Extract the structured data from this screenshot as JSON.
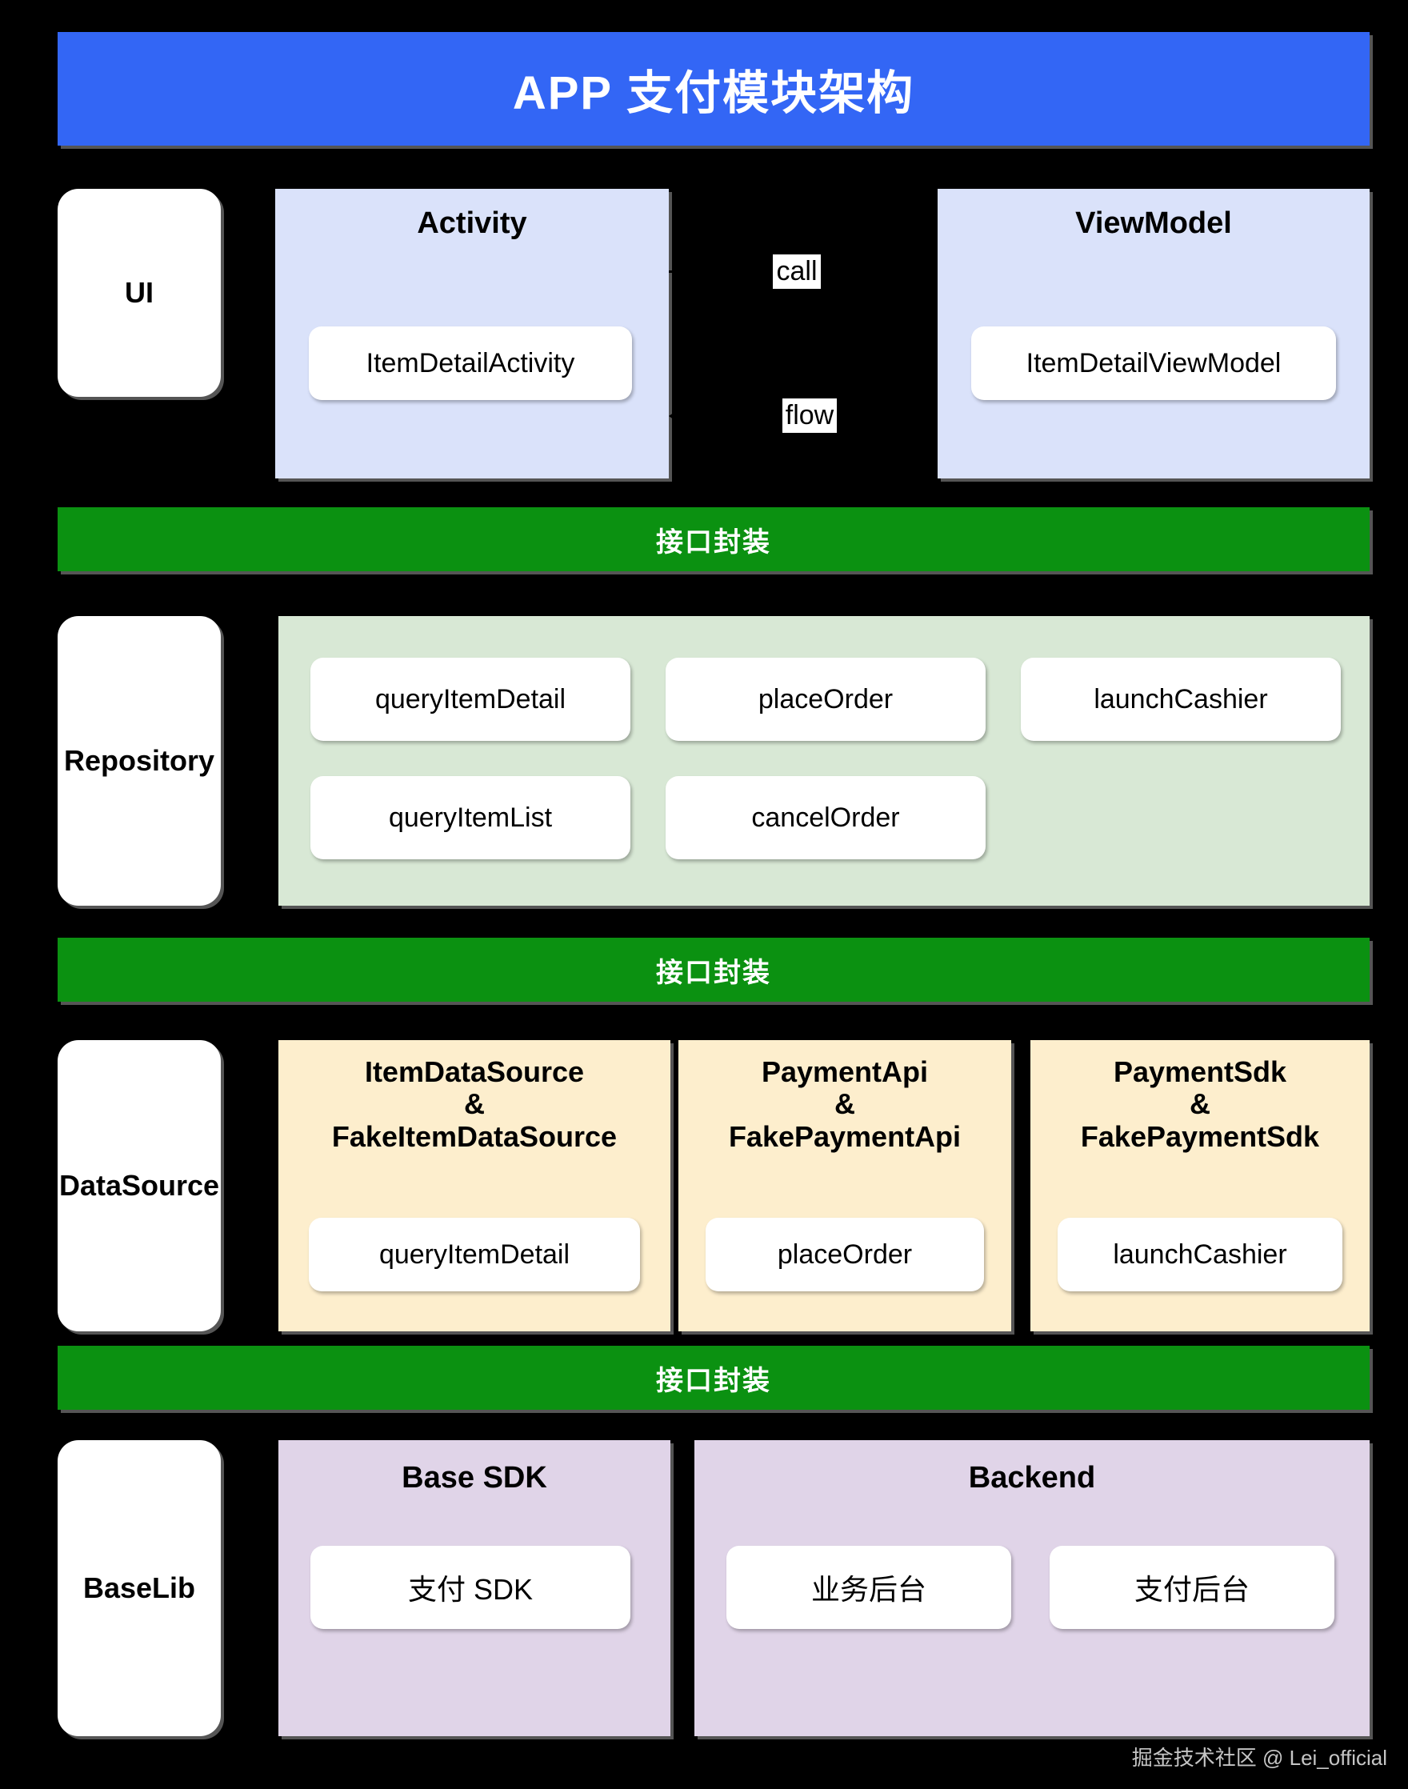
{
  "title": {
    "text": "APP 支付模块架构",
    "bg_color": "#3366f5",
    "text_color": "#ffffff"
  },
  "colors": {
    "background": "#000000",
    "banner_blue": "#3366f5",
    "separator_green": "#0b9111",
    "ui_panel_blue": "#dae2fa",
    "repository_panel_green": "#d8e8d5",
    "datasource_panel_cream": "#fdeecd",
    "baselib_panel_lavender": "#e0d4e8",
    "chip_white": "#ffffff",
    "shadow_gray": "#555555"
  },
  "layers": [
    {
      "id": "ui",
      "label": "UI"
    },
    {
      "id": "repository",
      "label": "Repository"
    },
    {
      "id": "datasource",
      "label": "DataSource"
    },
    {
      "id": "baselib",
      "label": "BaseLib"
    }
  ],
  "separators": [
    {
      "label": "接口封装"
    },
    {
      "label": "接口封装"
    },
    {
      "label": "接口封装"
    }
  ],
  "ui_row": {
    "activity": {
      "title": "Activity",
      "chips": [
        "ItemDetailActivity"
      ]
    },
    "viewmodel": {
      "title": "ViewModel",
      "chips": [
        "ItemDetailViewModel"
      ]
    },
    "connectors": [
      {
        "label": "call",
        "direction": "right"
      },
      {
        "label": "flow",
        "direction": "left"
      }
    ]
  },
  "repository_row": {
    "chips": [
      "queryItemDetail",
      "placeOrder",
      "launchCashier",
      "queryItemList",
      "cancelOrder"
    ]
  },
  "datasource_row": {
    "groups": [
      {
        "title_lines": [
          "ItemDataSource",
          "&",
          "FakeItemDataSource"
        ],
        "chips": [
          "queryItemDetail"
        ]
      },
      {
        "title_lines": [
          "PaymentApi",
          "&",
          "FakePaymentApi"
        ],
        "chips": [
          "placeOrder"
        ]
      },
      {
        "title_lines": [
          "PaymentSdk",
          "&",
          "FakePaymentSdk"
        ],
        "chips": [
          "launchCashier"
        ]
      }
    ]
  },
  "baselib_row": {
    "groups": [
      {
        "title_lines": [
          "Base SDK"
        ],
        "chips": [
          "支付 SDK"
        ]
      },
      {
        "title_lines": [
          "Backend"
        ],
        "chips": [
          "业务后台",
          "支付后台"
        ]
      }
    ]
  },
  "watermark": {
    "text": "掘金技术社区 @ Lei_official"
  }
}
